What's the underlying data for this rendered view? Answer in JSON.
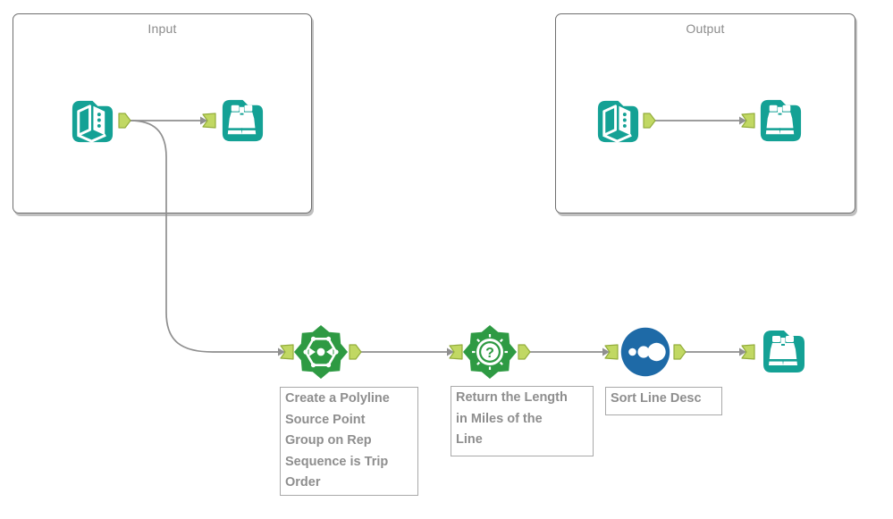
{
  "workflow": {
    "containers": [
      {
        "id": "input",
        "title": "Input"
      },
      {
        "id": "output",
        "title": "Output"
      }
    ],
    "tools": [
      {
        "id": "input-data-1",
        "icon": "input-data-book-icon"
      },
      {
        "id": "browse-1",
        "icon": "browse-binoculars-icon"
      },
      {
        "id": "input-data-2",
        "icon": "input-data-book-icon"
      },
      {
        "id": "browse-2",
        "icon": "browse-binoculars-icon"
      },
      {
        "id": "poly-build",
        "icon": "poly-build-star-icon"
      },
      {
        "id": "length-tool",
        "icon": "question-compass-star-icon"
      },
      {
        "id": "sort",
        "icon": "sort-dots-circle-icon"
      },
      {
        "id": "browse-3",
        "icon": "browse-binoculars-icon"
      }
    ],
    "annotations": [
      {
        "id": "poly-build-note",
        "lines": [
          "Create a Polyline",
          "Source Point",
          "Group on Rep",
          "Sequence is Trip",
          "Order"
        ]
      },
      {
        "id": "length-note",
        "lines": [
          "Return the Length",
          "in Miles of the",
          "Line"
        ]
      },
      {
        "id": "sort-note",
        "lines": [
          "Sort Line Desc"
        ]
      }
    ],
    "colors": {
      "tool_teal": "#14a195",
      "tool_green": "#2e9a43",
      "tool_blue": "#1e6aa7",
      "anchor_lime": "#c1d863",
      "anchor_border": "#93ad3c",
      "wire_gray": "#8f8f8f",
      "container_border": "#6e6e6e",
      "annotation_text": "#8e8e8e",
      "annotation_border": "#a9a9a9",
      "container_title_text": "#8c8c8c"
    }
  }
}
